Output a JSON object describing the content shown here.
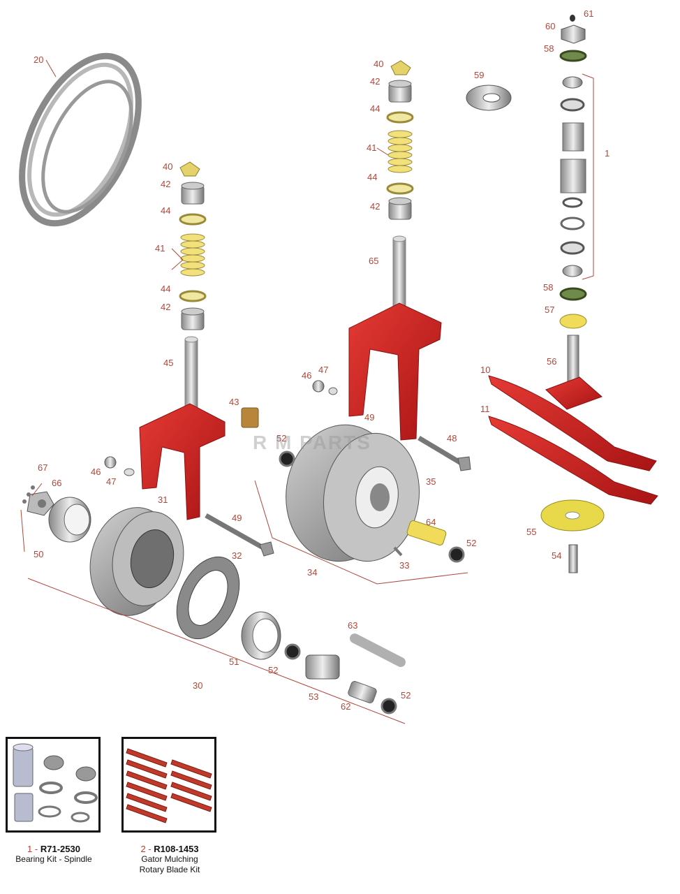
{
  "watermark": "R M PARTS",
  "colors": {
    "callout": "#b0473a",
    "red_part": "#d42020",
    "tyre": "#9a9a9a",
    "brass": "#e6d26a"
  },
  "callouts": {
    "c61": "61",
    "c60": "60",
    "c58a": "58",
    "c58b": "58",
    "c1": "1",
    "c59": "59",
    "c57": "57",
    "c56": "56",
    "c10": "10",
    "c11": "11",
    "c55": "55",
    "c54": "54",
    "c20": "20",
    "c40a": "40",
    "c42a": "42",
    "c44a": "44",
    "c41a": "41",
    "c44b": "44",
    "c42b": "42",
    "c45": "45",
    "c40b": "40",
    "c42c": "42",
    "c44c": "44",
    "c41b": "41",
    "c44d": "44",
    "c42d": "42",
    "c65": "65",
    "c43": "43",
    "c46a": "46",
    "c47a": "47",
    "c46b": "46",
    "c47b": "47",
    "c67": "67",
    "c66": "66",
    "c50": "50",
    "c31": "31",
    "c49a": "49",
    "c32": "32",
    "c30": "30",
    "c51": "51",
    "c52a": "52",
    "c53": "53",
    "c62": "62",
    "c52b": "52",
    "c63": "63",
    "c49b": "49",
    "c52c": "52",
    "c48": "48",
    "c35": "35",
    "c64": "64",
    "c52d": "52",
    "c33": "33",
    "c34": "34"
  },
  "kits": [
    {
      "number": "1",
      "separator": " - ",
      "part": "R71-2530",
      "description": "Bearing Kit - Spindle"
    },
    {
      "number": "2",
      "separator": " - ",
      "part": "R108-1453",
      "description": "Gator Mulching Rotary Blade Kit"
    }
  ]
}
